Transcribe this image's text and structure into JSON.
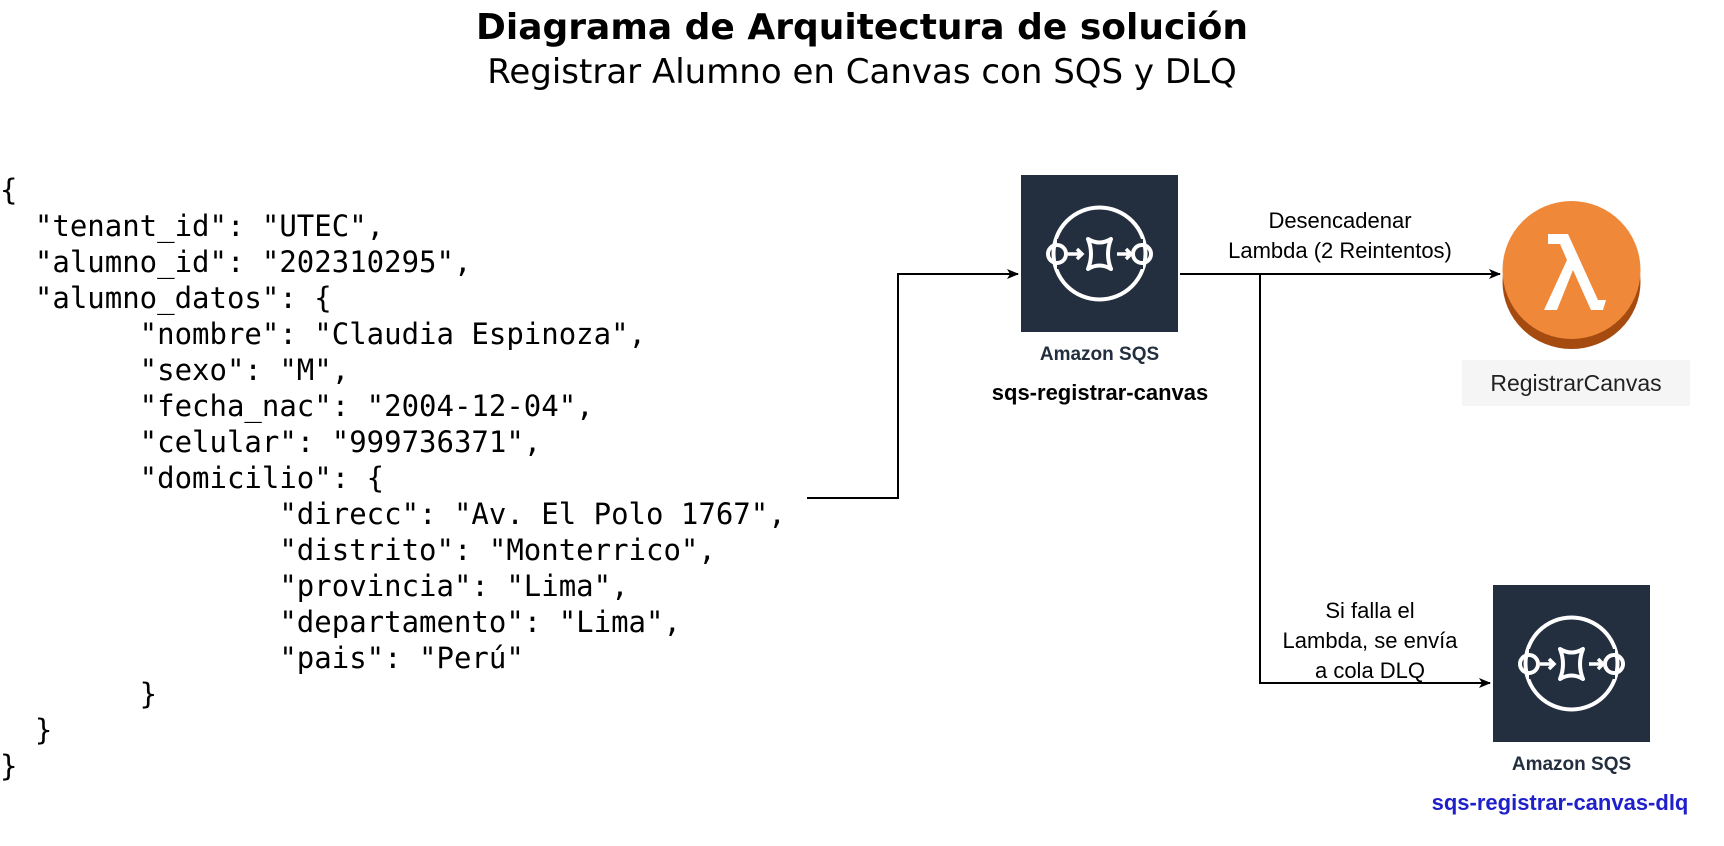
{
  "diagram": {
    "title": "Diagrama de Arquitectura de solución",
    "subtitle": "Registrar Alumno en Canvas con SQS y DLQ"
  },
  "payload_json": [
    "{",
    "  \"tenant_id\": \"UTEC\",",
    "  \"alumno_id\": \"202310295\",",
    "  \"alumno_datos\": {",
    "        \"nombre\": \"Claudia Espinoza\",",
    "        \"sexo\": \"M\",",
    "        \"fecha_nac\": \"2004-12-04\",",
    "        \"celular\": \"999736371\",",
    "        \"domicilio\": {",
    "                \"direcc\": \"Av. El Polo 1767\",",
    "                \"distrito\": \"Monterrico\",",
    "                \"provincia\": \"Lima\",",
    "                \"departamento\": \"Lima\",",
    "                \"pais\": \"Perú\"",
    "        }",
    "  }",
    "}"
  ],
  "nodes": {
    "main_queue": {
      "service": "Amazon SQS",
      "name": "sqs-registrar-canvas",
      "icon": "amazon-sqs-icon",
      "color": "#232f3e"
    },
    "lambda": {
      "name": "RegistrarCanvas",
      "icon": "aws-lambda-icon",
      "color": "#ed7100"
    },
    "dlq": {
      "service": "Amazon SQS",
      "name": "sqs-registrar-canvas-dlq",
      "icon": "amazon-sqs-icon",
      "name_color": "#1f1fcc"
    }
  },
  "edges": {
    "trigger_label": "Desencadenar\nLambda (2 Reintentos)",
    "dlq_label": "Si falla el\nLambda, se envía\na cola DLQ"
  }
}
